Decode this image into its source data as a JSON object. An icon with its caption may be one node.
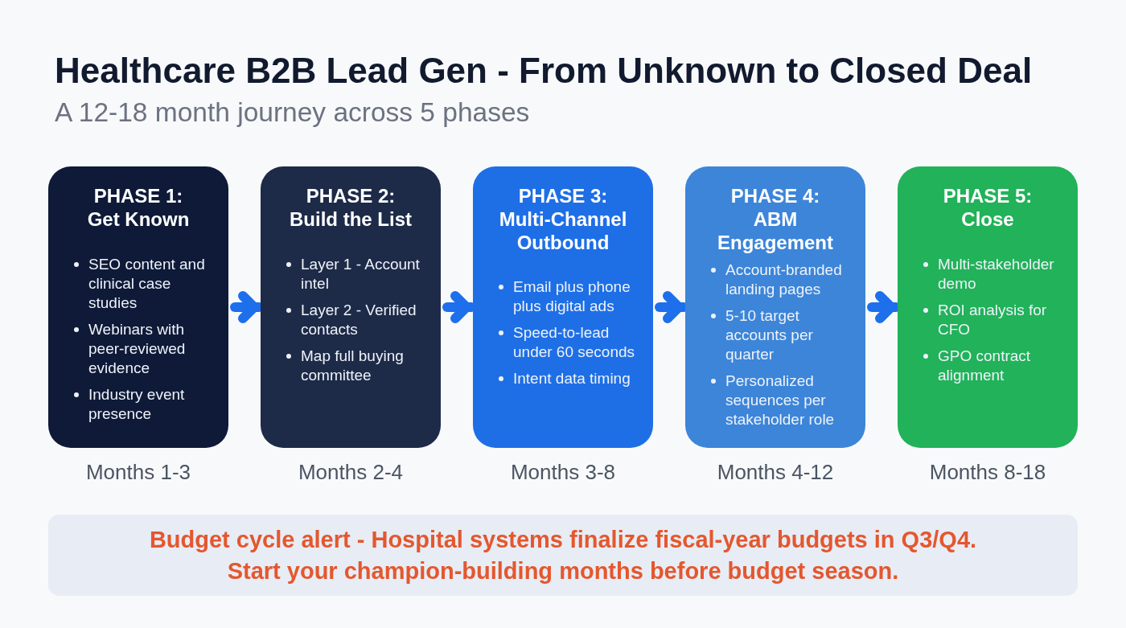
{
  "diagram": {
    "title": "Healthcare B2B Lead Gen - From Unknown to Closed Deal",
    "nodes": [
      {
        "text": [
          "PHASE 1: Get Known",
          "SEO content and clinical case studies",
          "Webinars with peer-reviewed evidence",
          "Industry event presence"
        ],
        "beside": [
          "Months 1-3"
        ]
      },
      {
        "text": [
          "PHASE 2: Build the List",
          "Layer 1 - Account intel",
          "Layer 2 - Verified contacts",
          "Map full buying committee"
        ],
        "beside": [
          "Months 2-4"
        ]
      },
      {
        "text": [
          "PHASE 3: Multi-Channel Outbound",
          "Email plus phone plus digital ads",
          "Speed-to-lead under 60 seconds",
          "Intent data timing"
        ],
        "beside": [
          "Months 3-8"
        ]
      },
      {
        "text": [
          "PHASE 4: ABM Engagement",
          "Account-branded landing pages",
          "5-10 target accounts per quarter",
          "Personalized sequences per stakeholder role"
        ],
        "beside": [
          "Months 4-12"
        ]
      },
      {
        "text": [
          "PHASE 5: Close",
          "Multi-stakeholder demo",
          "ROI analysis for CFO",
          "GPO contract alignment"
        ],
        "beside": [
          "Months 8-18"
        ]
      },
      {
        "text": [
          "Budget cycle alert - Hospital systems finalize fiscal-year budgets in Q3/Q4.",
          "Start your champion-building months before budget season."
        ]
      }
    ],
    "edges": [
      {
        "from": 0,
        "to": 1,
        "arrow": "to"
      },
      {
        "from": 1,
        "to": 2,
        "arrow": "to"
      },
      {
        "from": 2,
        "to": 3,
        "arrow": "to"
      },
      {
        "from": 3,
        "to": 4,
        "arrow": "to"
      }
    ],
    "labels": [
      "A 12-18 month journey across 5 phases"
    ]
  }
}
